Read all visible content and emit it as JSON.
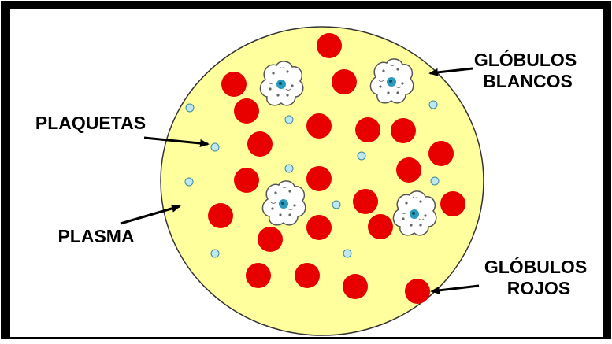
{
  "labels": {
    "white_cells_line1": "GLÓBULOS",
    "white_cells_line2": "BLANCOS",
    "platelets": "PLAQUETAS",
    "plasma": "PLASMA",
    "red_cells_line1": "GLÓBULOS",
    "red_cells_line2": "ROJOS"
  },
  "colors": {
    "frame": "#000000",
    "background": "#ffffff",
    "plasma": "#ffff9e",
    "red_cell": "#e80000",
    "platelet": "#bfe7f0",
    "white_cell": "#ffffff",
    "nucleus": "#2a9abf"
  },
  "icons": {
    "red_cell": "red-blood-cell-icon",
    "white_cell": "white-blood-cell-icon",
    "platelet": "platelet-icon",
    "arrow": "arrow-icon"
  }
}
